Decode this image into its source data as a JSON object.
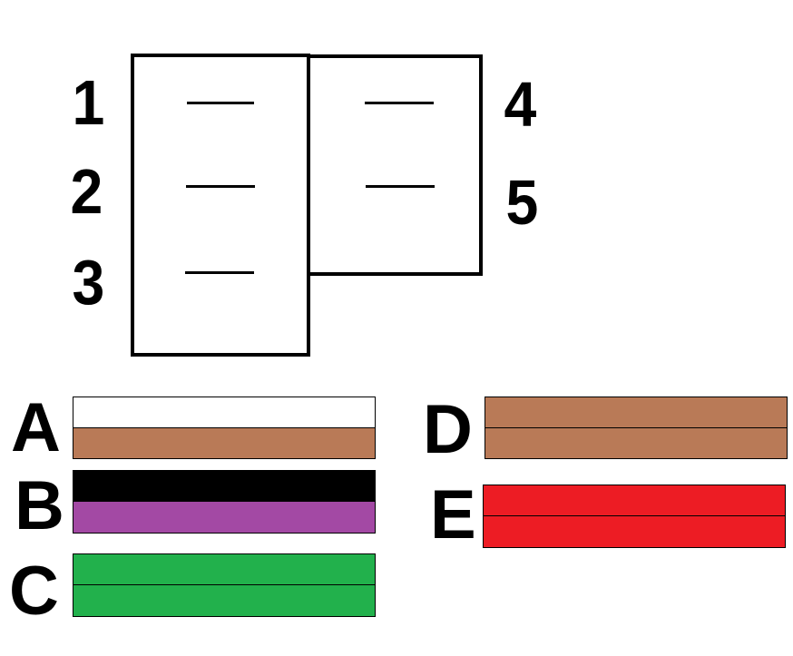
{
  "connector": {
    "pins": [
      {
        "label": "1"
      },
      {
        "label": "2"
      },
      {
        "label": "3"
      },
      {
        "label": "4"
      },
      {
        "label": "5"
      }
    ]
  },
  "wires": [
    {
      "label": "A",
      "stripe_top": "#ffffff",
      "stripe_bottom": "#b97a57"
    },
    {
      "label": "B",
      "stripe_top": "#000000",
      "stripe_bottom": "#a349a4"
    },
    {
      "label": "C",
      "stripe_top": "#22b14c",
      "stripe_bottom": "#22b14c"
    },
    {
      "label": "D",
      "stripe_top": "#b97a57",
      "stripe_bottom": "#b97a57"
    },
    {
      "label": "E",
      "stripe_top": "#ed1c24",
      "stripe_bottom": "#ed1c24"
    }
  ]
}
